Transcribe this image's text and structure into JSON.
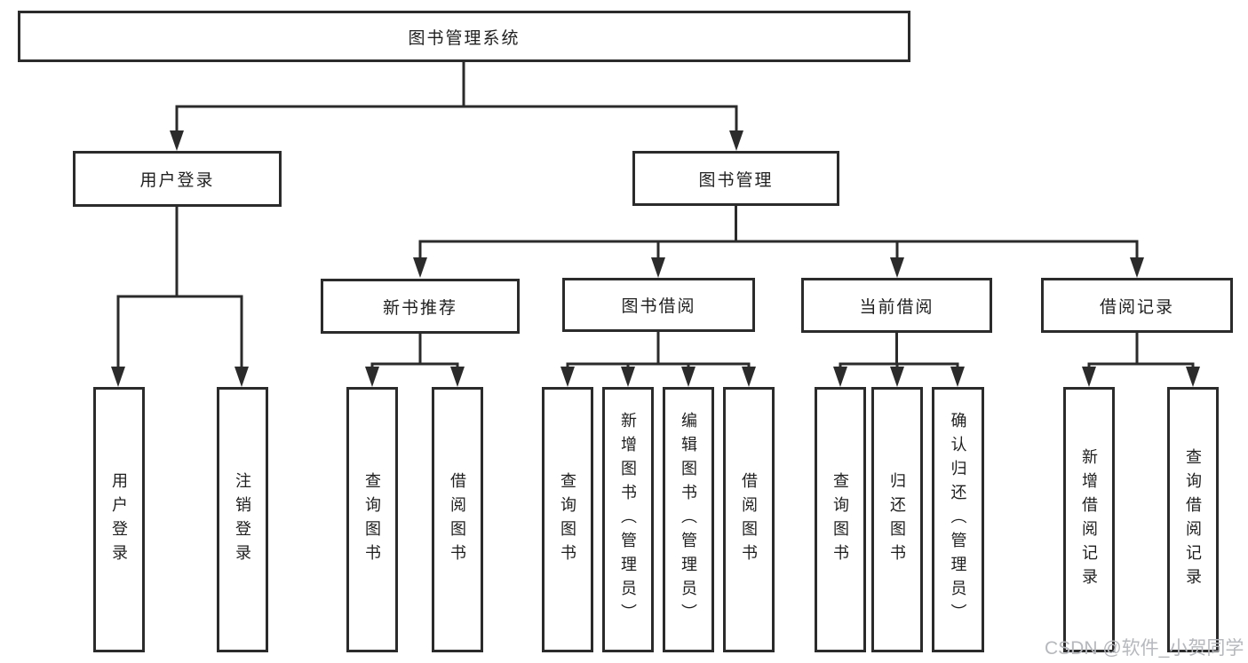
{
  "diagram": {
    "root": {
      "label": "图书管理系统",
      "children": [
        {
          "label": "用户登录",
          "children": [
            {
              "label": "用户登录"
            },
            {
              "label": "注销登录"
            }
          ]
        },
        {
          "label": "图书管理",
          "children": [
            {
              "label": "新书推荐",
              "children": [
                {
                  "label": "查询图书"
                },
                {
                  "label": "借阅图书"
                }
              ]
            },
            {
              "label": "图书借阅",
              "children": [
                {
                  "label": "查询图书"
                },
                {
                  "label": "新增图书（管理员）"
                },
                {
                  "label": "编辑图书（管理员）"
                },
                {
                  "label": "借阅图书"
                }
              ]
            },
            {
              "label": "当前借阅",
              "children": [
                {
                  "label": "查询图书"
                },
                {
                  "label": "归还图书"
                },
                {
                  "label": "确认归还（管理员）"
                }
              ]
            },
            {
              "label": "借阅记录",
              "children": [
                {
                  "label": "新增借阅记录"
                },
                {
                  "label": "查询借阅记录"
                }
              ]
            }
          ]
        }
      ]
    }
  },
  "watermark": "CSDN @软件_小贺同学",
  "colors": {
    "line": "#2b2b2b",
    "text": "#1f1f1f",
    "background": "#ffffff",
    "watermark": "#b5b8bd"
  }
}
